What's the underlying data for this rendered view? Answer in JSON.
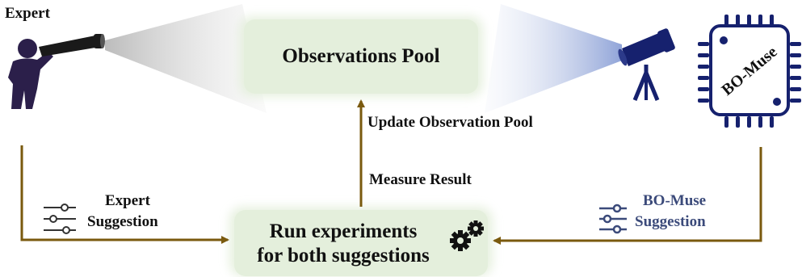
{
  "expert_label": "Expert",
  "pool_label": "Observations Pool",
  "update_label": "Update Observation Pool",
  "measure_label": "Measure Result",
  "run_label_line1": "Run experiments",
  "run_label_line2": "for both suggestions",
  "expert_suggestion_line1": "Expert",
  "expert_suggestion_line2": "Suggestion",
  "bomuse_suggestion_line1": "BO-Muse",
  "bomuse_suggestion_line2": "Suggestion",
  "chip_label": "BO-Muse",
  "colors": {
    "arrow": "#7a5a0e",
    "navy": "#16216e",
    "bomuse_text": "#3b4a7a",
    "box_fill": "#e4efdc",
    "person": "#2b1f4a"
  },
  "icons": [
    "person-with-telescope-icon",
    "telescope-on-tripod-icon",
    "chip-icon",
    "sliders-icon",
    "gears-icon"
  ]
}
